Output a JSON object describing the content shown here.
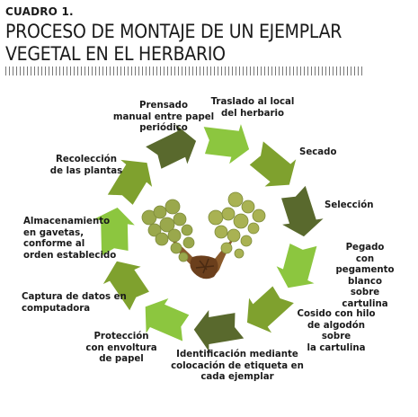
{
  "header": {
    "label": "CUADRO 1.",
    "title_line1": "PROCESO DE MONTAJE DE UN EJEMPLAR",
    "title_line2": "VEGETAL EN EL HERBARIO"
  },
  "colors": {
    "light_green": "#8cc63f",
    "olive_green": "#7fa12e",
    "dark_olive": "#59692d",
    "specimen_brown": "#8a5a2b",
    "specimen_leaf": "#9aa84c"
  },
  "cycle": {
    "steps": [
      "Prensado\nmanual entre papel\nperiódico",
      "Traslado al local\ndel herbario",
      "Secado",
      "Selección",
      "Pegado\ncon pegamento\nblanco sobre\ncartulina",
      "Cosido con hilo\nde algodón sobre\nla cartulina",
      "Identificación mediante\ncolocación de etiqueta en\ncada ejemplar",
      "Protección\ncon envoltura\nde papel",
      "Captura de datos en\ncomputadora",
      "Almacenamiento\nen gavetas,\nconforme al\norden establecido",
      "Recolección\nde las plantas"
    ]
  }
}
